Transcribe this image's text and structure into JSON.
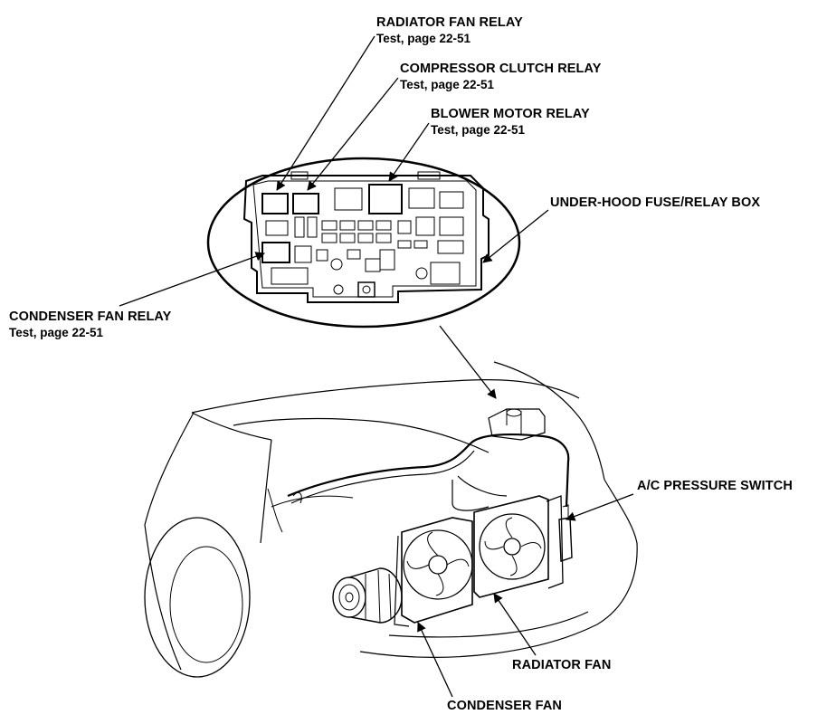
{
  "callouts": {
    "radiator_fan_relay": {
      "title": "RADIATOR FAN RELAY",
      "sub": "Test, page 22-51"
    },
    "compressor_clutch_relay": {
      "title": "COMPRESSOR CLUTCH RELAY",
      "sub": "Test, page 22-51"
    },
    "blower_motor_relay": {
      "title": "BLOWER MOTOR RELAY",
      "sub": "Test, page 22-51"
    },
    "under_hood_fuse_relay_box": {
      "title": "UNDER-HOOD FUSE/RELAY BOX"
    },
    "condenser_fan_relay": {
      "title": "CONDENSER FAN RELAY",
      "sub": "Test, page 22-51"
    },
    "ac_pressure_switch": {
      "title": "A/C PRESSURE SWITCH"
    },
    "radiator_fan": {
      "title": "RADIATOR FAN"
    },
    "condenser_fan": {
      "title": "CONDENSER FAN"
    }
  },
  "colors": {
    "line": "#000000",
    "background": "#ffffff"
  }
}
